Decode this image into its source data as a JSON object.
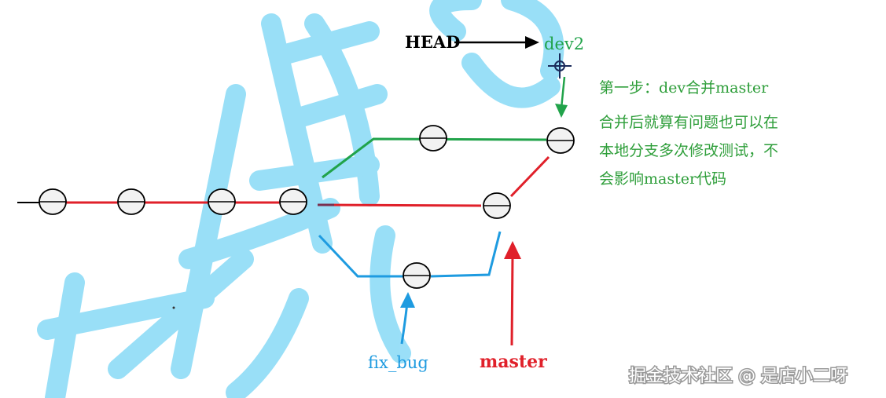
{
  "labels": {
    "head": "HEAD",
    "dev2": "dev2",
    "fix_bug": "fix_bug",
    "master": "master"
  },
  "annotation": {
    "line1": "第一步：dev合并master",
    "line2": "合并后就算有问题也可以在",
    "line3": "本地分支多次修改测试，不",
    "line4": "会影响master代码"
  },
  "watermark": {
    "text": "掘金技术社区 @ 是店小二呀"
  },
  "colors": {
    "black": "#000000",
    "red": "#e0202a",
    "green": "#21a34a",
    "blue": "#1e9be0",
    "watermark_blue": "#8fdcf7",
    "node_fill": "#f2f2f2",
    "annotation_green": "#2e9e3a"
  }
}
